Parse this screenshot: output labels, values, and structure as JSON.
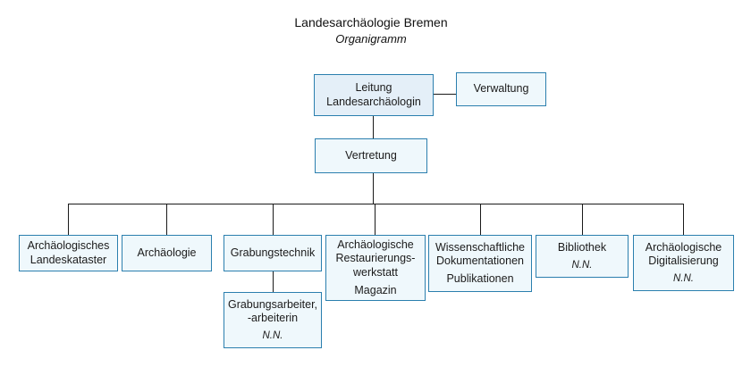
{
  "title": "Landesarchäologie Bremen",
  "subtitle": "Organigramm",
  "colors": {
    "box_border": "#2b7fae",
    "box_fill": "#eff8fc",
    "root_fill": "#e4eff8",
    "line": "#1a1a1a"
  },
  "nodes": {
    "root": {
      "label": "Leitung\nLandesarchäologin"
    },
    "verwaltung": {
      "label": "Verwaltung"
    },
    "vertretung": {
      "label": "Vertretung"
    },
    "children": [
      {
        "label": "Archäologisches\nLandeskataster"
      },
      {
        "label": "Archäologie"
      },
      {
        "label": "Grabungstechnik"
      },
      {
        "label": "Archäologische\nRestaurierungs-\nwerkstatt",
        "sub": "Magazin"
      },
      {
        "label": "Wissenschaftliche\nDokumentationen",
        "sub": "Publikationen"
      },
      {
        "label": "Bibliothek",
        "nn": "N.N."
      },
      {
        "label": "Archäologische\nDigitalisierung",
        "nn": "N.N."
      }
    ],
    "sub_child": {
      "label": "Grabungsarbeiter,\n-arbeiterin",
      "nn": "N.N."
    }
  }
}
